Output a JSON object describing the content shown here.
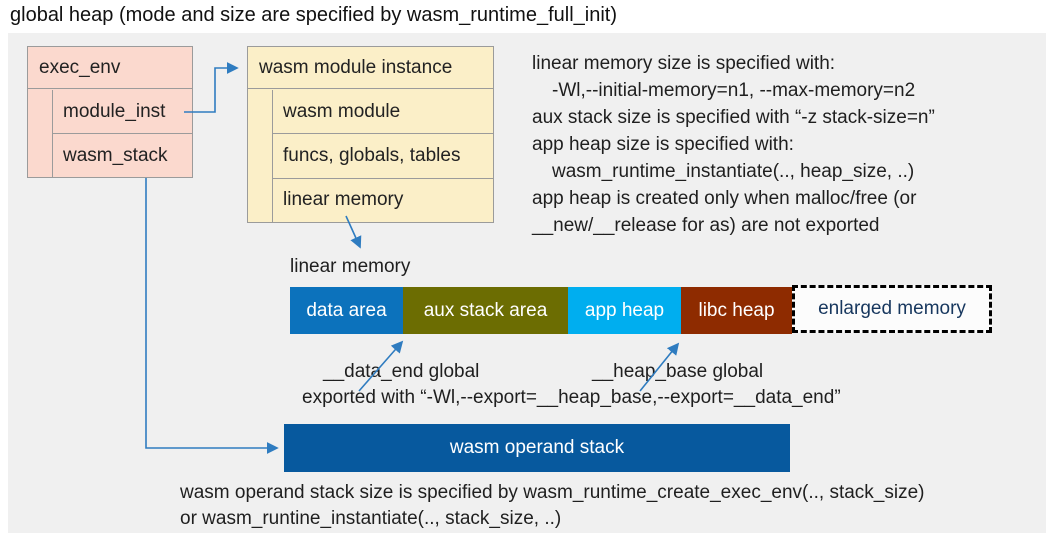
{
  "title": "global heap (mode and size are specified by wasm_runtime_full_init)",
  "exec_env": {
    "header": "exec_env",
    "rows": [
      "module_inst",
      "wasm_stack"
    ]
  },
  "module_instance": {
    "header": "wasm module instance",
    "rows": [
      "wasm module",
      "funcs, globals, tables",
      "linear memory"
    ]
  },
  "notes_right": {
    "lines": [
      "linear memory size is specified with:",
      "-Wl,--initial-memory=n1, --max-memory=n2",
      "aux stack size is specified with “-z stack-size=n”",
      "app heap size is specified with:",
      "wasm_runtime_instantiate(.., heap_size, ..)",
      "app heap is created only when malloc/free (or",
      "__new/__release for as) are not exported"
    ]
  },
  "linear_memory": {
    "label": "linear memory",
    "segments": [
      {
        "label": "data area",
        "color": "#0c72bc",
        "width": 113
      },
      {
        "label": "aux stack area",
        "color": "#6c6d02",
        "width": 165
      },
      {
        "label": "app heap",
        "color": "#00aeef",
        "width": 113
      },
      {
        "label": "libc heap",
        "color": "#8e2b00",
        "width": 111
      }
    ],
    "enlarged_label": "enlarged memory",
    "enlarged_text_color": "#17375e"
  },
  "annotations": {
    "data_end": "__data_end global",
    "heap_base": "__heap_base global",
    "exported": "exported with “-Wl,--export=__heap_base,--export=__data_end”"
  },
  "operand_stack": {
    "label": "wasm operand stack",
    "color": "#07599e"
  },
  "notes_bottom": {
    "lines": [
      "wasm operand stack size is specified by wasm_runtime_create_exec_env(.., stack_size)",
      "or wasm_runtine_instantiate(.., stack_size, ..)"
    ]
  },
  "colors": {
    "background_panel": "#f0f0f0",
    "exec_env_fill": "#fbd9ce",
    "module_instance_fill": "#fbefc8",
    "box_border": "#9b9b9b",
    "arrow": "#2f7cc0"
  }
}
